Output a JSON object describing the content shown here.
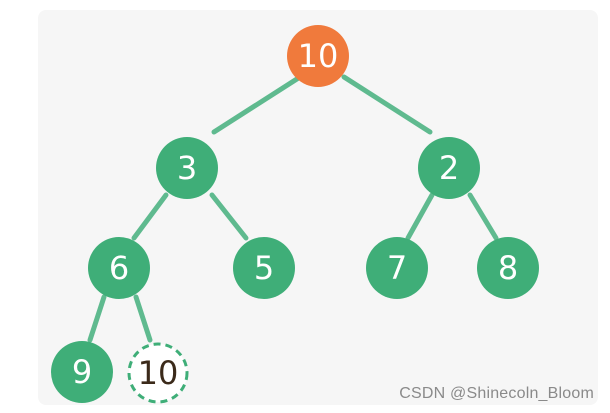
{
  "colors": {
    "edge": "#5fba8f",
    "node_fill": "#3fae78",
    "node_text": "#ffffff",
    "root_fill": "#f07a3c",
    "new_node_fill": "#ffffff",
    "new_node_border": "#3fae78",
    "new_node_text": "#3b2a1a"
  },
  "tree": {
    "root": {
      "label": "10"
    },
    "level1": [
      {
        "label": "3"
      },
      {
        "label": "2"
      }
    ],
    "level2": [
      {
        "label": "6"
      },
      {
        "label": "5"
      },
      {
        "label": "7"
      },
      {
        "label": "8"
      }
    ],
    "level3": [
      {
        "label": "9"
      },
      {
        "label": "10"
      }
    ]
  },
  "watermark": "CSDN @Shinecoln_Bloom"
}
